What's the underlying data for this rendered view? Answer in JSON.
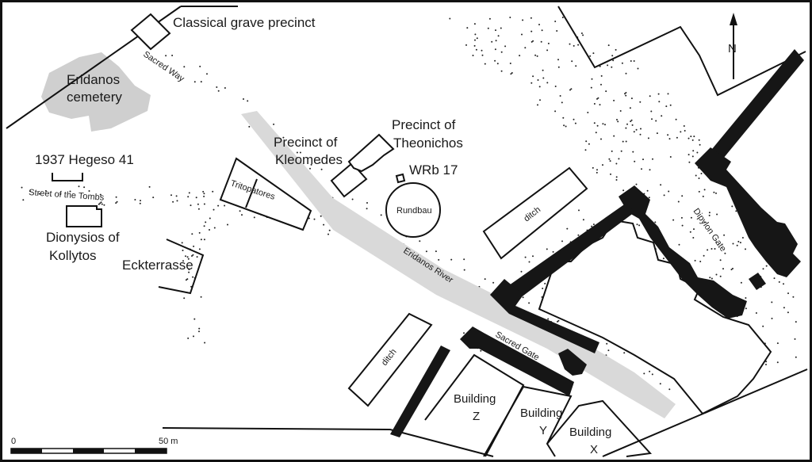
{
  "map": {
    "north_label": "N",
    "scale": {
      "start": "0",
      "end": "50 m"
    },
    "labels": {
      "classical_grave_precinct": "Classical grave precinct",
      "sacred_way": "Sacred Way",
      "eridanos_cemetery_1": "Eridanos",
      "eridanos_cemetery_2": "cemetery",
      "hegeso": "1937 Hegeso 41",
      "street_of_tombs": "Street of the Tombs",
      "dionysios_1": "Dionysios of",
      "dionysios_2": "Kollytos",
      "eckterrasse": "Eckterrasse",
      "tritopatores": "Tritopatores",
      "kleomedes_1": "Precinct of",
      "kleomedes_2": "Kleomedes",
      "theonichos_1": "Precinct of",
      "theonichos_2": "Theonichos",
      "wrb": "WRb 17",
      "rundbau": "Rundbau",
      "ditch_upper": "ditch",
      "ditch_lower": "ditch",
      "eridanos_river": "Eridanos River",
      "dipylon_gate": "Dipylon Gate",
      "sacred_gate": "Sacred Gate",
      "building_z_1": "Building",
      "building_z_2": "Z",
      "building_y_1": "Building",
      "building_y_2": "Y",
      "building_x_1": "Building",
      "building_x_2": "X"
    }
  }
}
